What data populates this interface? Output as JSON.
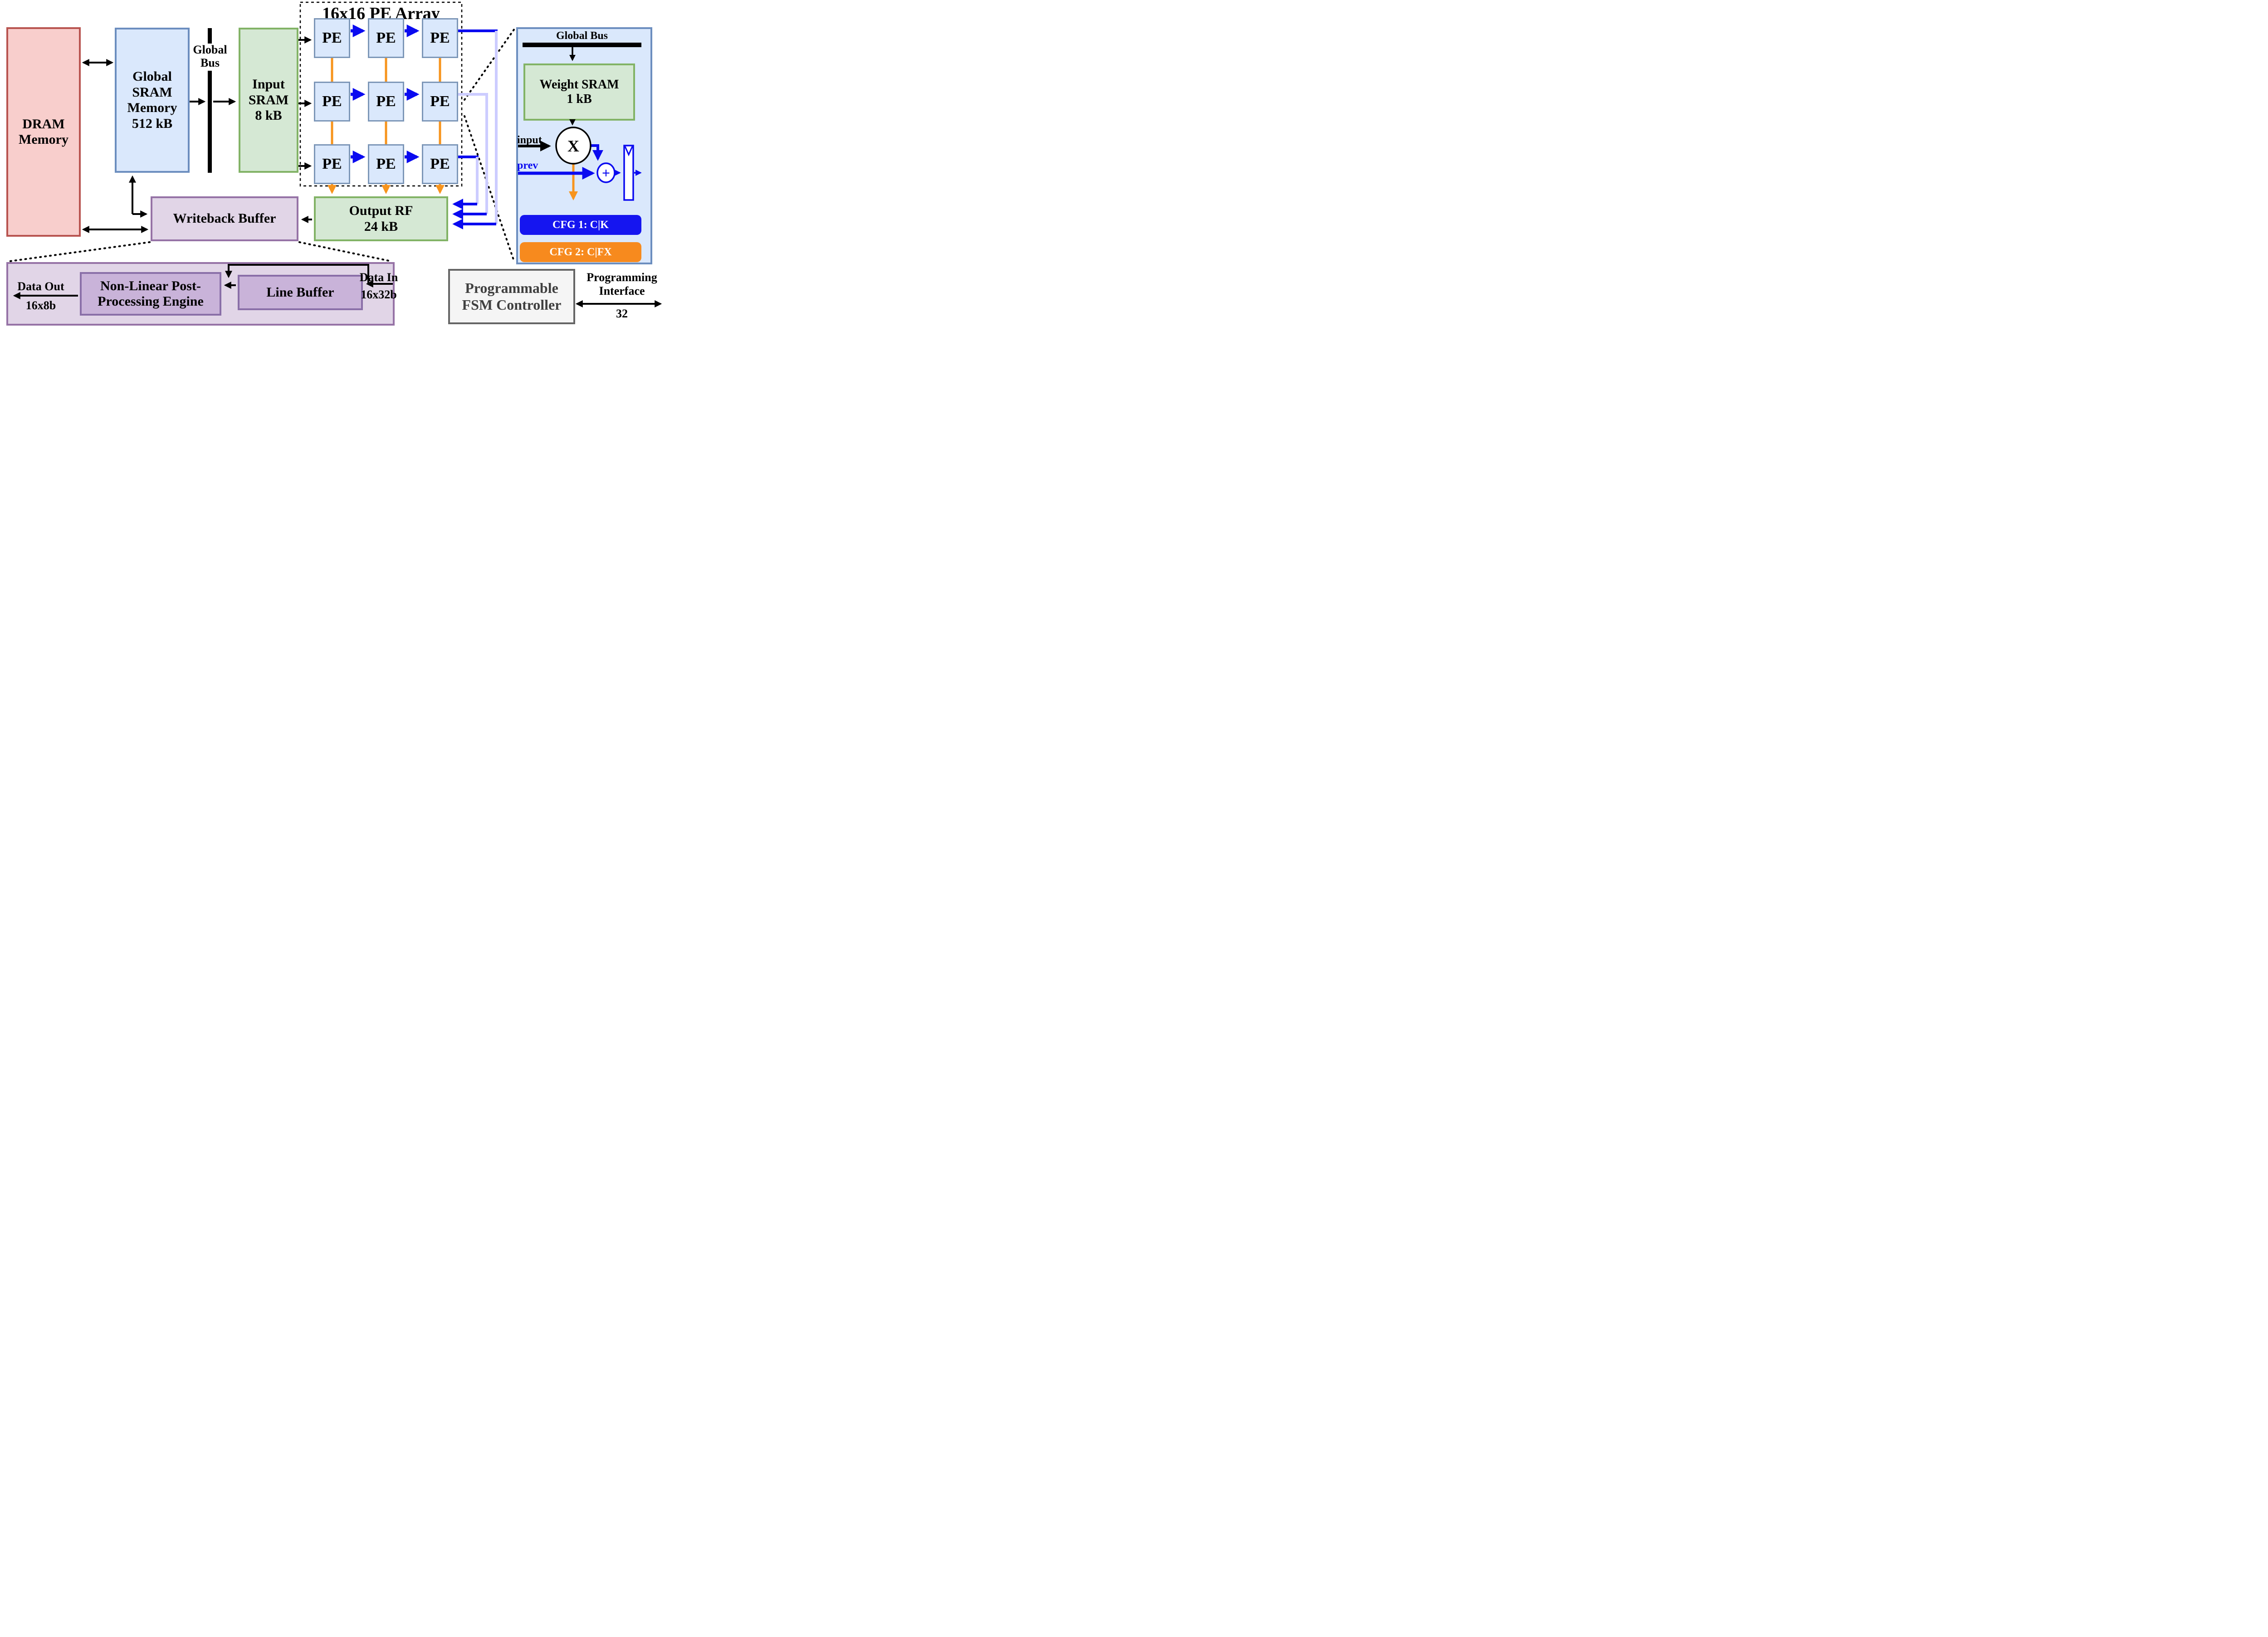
{
  "colors": {
    "dram_fill": "#f8cecc",
    "dram_border": "#b85450",
    "blue_fill": "#dae8fc",
    "blue_border": "#6c8ebf",
    "green_fill": "#d5e8d4",
    "green_border": "#82b366",
    "purple_fill": "#e1d5e7",
    "purple_border": "#9673a6",
    "dark_purple_fill": "#c9b3d9",
    "arrow_blue": "#0a0af0",
    "wire_lavender": "#ccccff",
    "wire_orange": "#f7941d",
    "cfg1_blue": "#1515f0",
    "cfg2_orange": "#f78a1e"
  },
  "blocks": {
    "dram": {
      "line1": "DRAM",
      "line2": "Memory"
    },
    "global_sram": {
      "line1": "Global",
      "line2": "SRAM",
      "line3": "Memory",
      "line4": "512 kB"
    },
    "global_bus": {
      "line1": "Global",
      "line2": "Bus"
    },
    "input_sram": {
      "line1": "Input",
      "line2": "SRAM",
      "line3": "8 kB"
    },
    "pe_array": {
      "title": "16x16 PE Array",
      "pe_label": "PE"
    },
    "output_rf": {
      "line1": "Output RF",
      "line2": "24 kB"
    },
    "writeback": {
      "label": "Writeback Buffer"
    },
    "post_processing": {
      "data_out_label": "Data Out",
      "data_out_width": "16x8b",
      "engine_line1": "Non-Linear Post-",
      "engine_line2": "Processing Engine",
      "line_buffer": "Line Buffer",
      "data_in_label": "Data In",
      "data_in_width": "16x32b"
    },
    "fsm": {
      "line1": "Programmable",
      "line2": "FSM Controller"
    },
    "programming_interface": {
      "line1": "Programming",
      "line2": "Interface",
      "width": "32"
    },
    "pe_detail": {
      "global_bus": "Global Bus",
      "weight_sram_line1": "Weight SRAM",
      "weight_sram_line2": "1 kB",
      "input": "input",
      "prev": "prev",
      "multiplier": "X",
      "adder": "+",
      "cfg1": "CFG 1: C|K",
      "cfg2": "CFG 2: C|FX"
    }
  }
}
